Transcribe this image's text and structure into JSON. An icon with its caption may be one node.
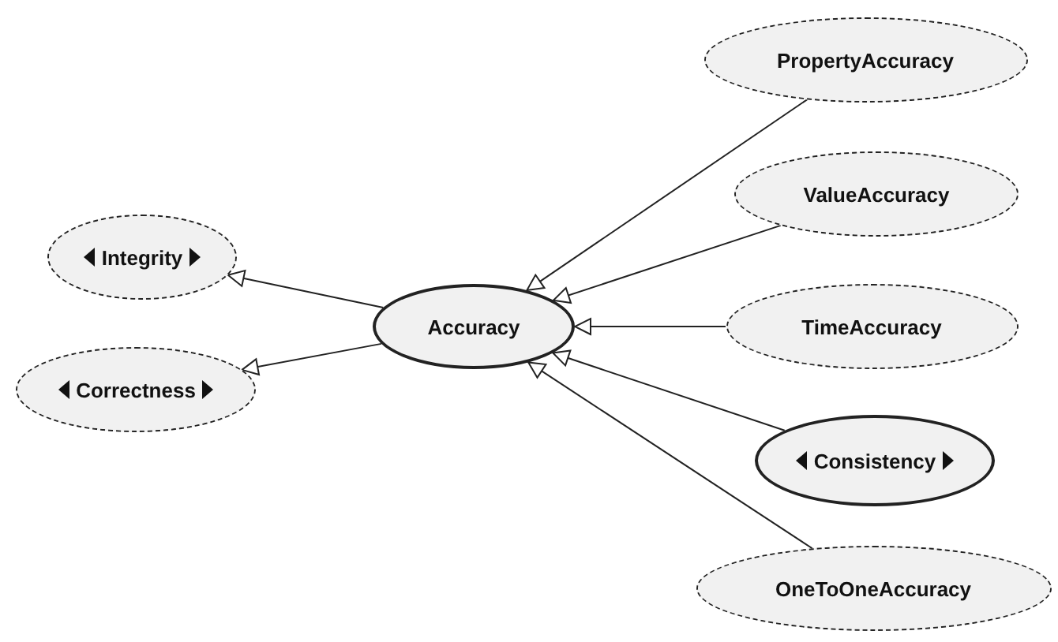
{
  "diagram": {
    "nodes": [
      {
        "text": [
          "Integrity"
        ]
      },
      {
        "text": [
          "Correctness"
        ]
      },
      {
        "text": [
          "Accuracy"
        ]
      },
      {
        "text": [
          "PropertyAccuracy"
        ]
      },
      {
        "text": [
          "ValueAccuracy"
        ]
      },
      {
        "text": [
          "TimeAccuracy"
        ]
      },
      {
        "text": [
          "Consistency"
        ]
      },
      {
        "text": [
          "OneToOneAccuracy"
        ]
      }
    ],
    "edges": [
      {
        "from": 2,
        "to": 0,
        "arrow": "to"
      },
      {
        "from": 2,
        "to": 1,
        "arrow": "to"
      },
      {
        "from": 3,
        "to": 2,
        "arrow": "to"
      },
      {
        "from": 4,
        "to": 2,
        "arrow": "to"
      },
      {
        "from": 5,
        "to": 2,
        "arrow": "to"
      },
      {
        "from": 6,
        "to": 2,
        "arrow": "to"
      },
      {
        "from": 7,
        "to": 2,
        "arrow": "to"
      }
    ]
  }
}
